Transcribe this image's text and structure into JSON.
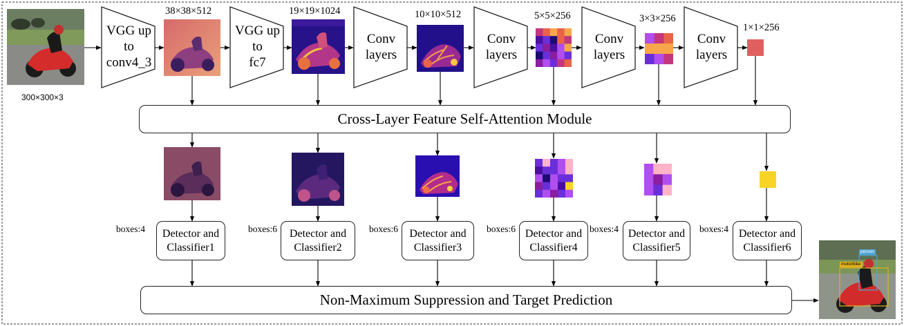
{
  "input": {
    "dims": "300×300×3"
  },
  "backbone": [
    {
      "lines": [
        "VGG up",
        "to",
        "conv4_3"
      ]
    },
    {
      "lines": [
        "VGG up",
        "to",
        "fc7"
      ]
    },
    {
      "lines": [
        "Conv",
        "layers"
      ]
    },
    {
      "lines": [
        "Conv",
        "layers"
      ]
    },
    {
      "lines": [
        "Conv",
        "layers"
      ]
    },
    {
      "lines": [
        "Conv",
        "layers"
      ]
    }
  ],
  "feature_maps": [
    {
      "dims": "38×38×512"
    },
    {
      "dims": "19×19×1024"
    },
    {
      "dims": "10×10×512"
    },
    {
      "dims": "5×5×256"
    },
    {
      "dims": "3×3×256"
    },
    {
      "dims": "1×1×256"
    }
  ],
  "attention_module": {
    "label": "Cross-Layer Feature Self-Attention Module"
  },
  "detectors": [
    {
      "boxes": "boxes:4",
      "line1": "Detector and",
      "line2": "Classifier1"
    },
    {
      "boxes": "boxes:6",
      "line1": "Detector and",
      "line2": "Classifier2"
    },
    {
      "boxes": "boxes:6",
      "line1": "Detector and",
      "line2": "Classifier3"
    },
    {
      "boxes": "boxes:6",
      "line1": "Detector and",
      "line2": "Classifier4"
    },
    {
      "boxes": "boxes:4",
      "line1": "Detector and",
      "line2": "Classifier5"
    },
    {
      "boxes": "boxes:4",
      "line1": "Detector and",
      "line2": "Classifier6"
    }
  ],
  "nms": {
    "label": "Non-Maximum Suppression  and Target Prediction"
  },
  "output": {
    "labels": [
      "person",
      "motorbike"
    ]
  },
  "colors": {
    "plasma_dark": "#1a0a6e",
    "plasma_mid": "#c4367e",
    "plasma_light": "#f7d13d",
    "orange_map": "#e8906a",
    "yellow": "#f7d426",
    "red_cell": "#e06060",
    "person_box": "#4fa6d8",
    "motorbike_box": "#e2b21c"
  }
}
